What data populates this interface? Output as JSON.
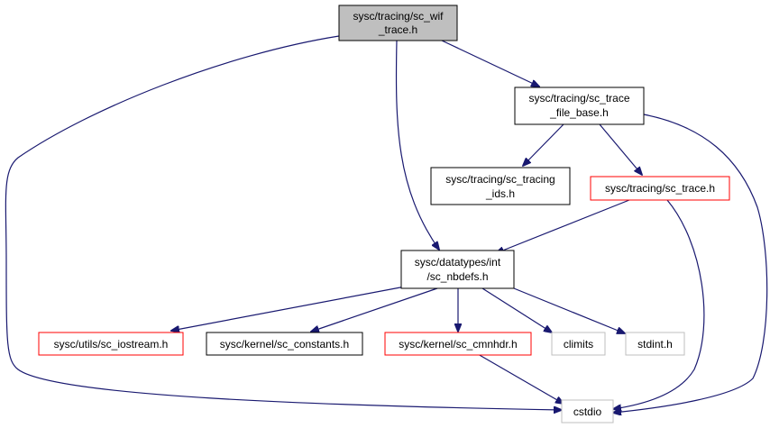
{
  "colors": {
    "edge": "#191970",
    "root_fill": "#bfbfbf",
    "border_documented": "#000000",
    "border_has_more": "#ff0000",
    "border_external": "#bfbfbf"
  },
  "nodes": {
    "sc_wif_trace": {
      "line1": "sysc/tracing/sc_wif",
      "line2": "_trace.h",
      "style": "root"
    },
    "sc_trace_file_base": {
      "line1": "sysc/tracing/sc_trace",
      "line2": "_file_base.h",
      "style": "documented"
    },
    "sc_tracing_ids": {
      "line1": "sysc/tracing/sc_tracing",
      "line2": "_ids.h",
      "style": "documented"
    },
    "sc_trace": {
      "line1": "sysc/tracing/sc_trace.h",
      "style": "has-more"
    },
    "sc_nbdefs": {
      "line1": "sysc/datatypes/int",
      "line2": "/sc_nbdefs.h",
      "style": "documented"
    },
    "sc_iostream": {
      "line1": "sysc/utils/sc_iostream.h",
      "style": "has-more"
    },
    "sc_constants": {
      "line1": "sysc/kernel/sc_constants.h",
      "style": "documented"
    },
    "sc_cmnhdr": {
      "line1": "sysc/kernel/sc_cmnhdr.h",
      "style": "has-more"
    },
    "climits": {
      "line1": "climits",
      "style": "external"
    },
    "stdint": {
      "line1": "stdint.h",
      "style": "external"
    },
    "cstdio": {
      "line1": "cstdio",
      "style": "external"
    }
  },
  "edges": [
    {
      "from": "sc_wif_trace",
      "to": "sc_trace_file_base"
    },
    {
      "from": "sc_wif_trace",
      "to": "sc_nbdefs"
    },
    {
      "from": "sc_wif_trace",
      "to": "cstdio"
    },
    {
      "from": "sc_trace_file_base",
      "to": "sc_tracing_ids"
    },
    {
      "from": "sc_trace_file_base",
      "to": "sc_trace"
    },
    {
      "from": "sc_trace_file_base",
      "to": "cstdio"
    },
    {
      "from": "sc_trace",
      "to": "sc_nbdefs"
    },
    {
      "from": "sc_trace",
      "to": "cstdio"
    },
    {
      "from": "sc_nbdefs",
      "to": "sc_iostream"
    },
    {
      "from": "sc_nbdefs",
      "to": "sc_constants"
    },
    {
      "from": "sc_nbdefs",
      "to": "sc_cmnhdr"
    },
    {
      "from": "sc_nbdefs",
      "to": "climits"
    },
    {
      "from": "sc_nbdefs",
      "to": "stdint"
    },
    {
      "from": "sc_cmnhdr",
      "to": "cstdio"
    }
  ]
}
